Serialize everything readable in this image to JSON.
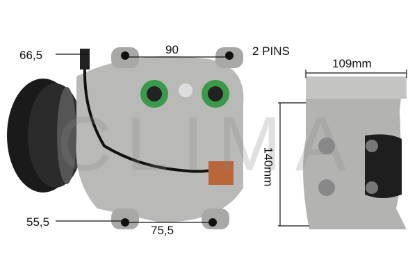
{
  "dimensions": {
    "top_left": "66,5",
    "top_width": "90",
    "pins": "2 PINS",
    "bottom_left": "55,5",
    "bottom_width": "75,5",
    "side_width": "109mm",
    "side_height": "140mm"
  },
  "watermark": "CLIMA",
  "colors": {
    "body": "#b9b9b7",
    "pulley": "#1a1a1a",
    "seal": "#3a9a4a",
    "connector": "#b8663a"
  }
}
